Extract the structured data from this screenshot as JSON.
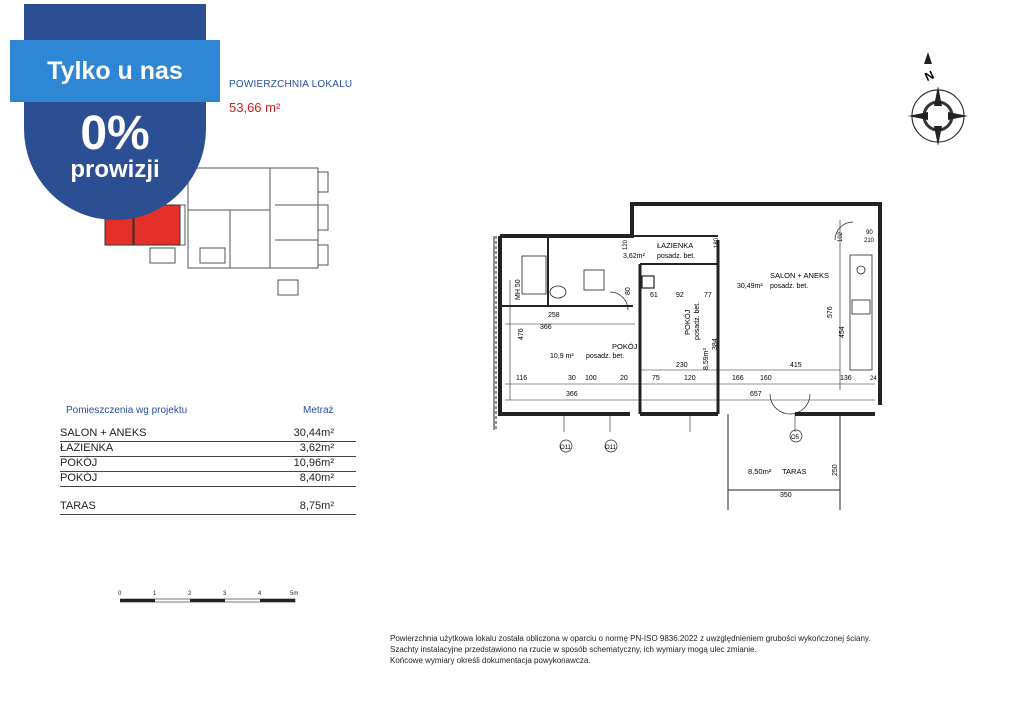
{
  "badge": {
    "title": "Tylko u nas",
    "big": "0%",
    "sub": "prowizji"
  },
  "area": {
    "label": "POWIERZCHNIA LOKALU",
    "value": "53,66 m²"
  },
  "table": {
    "header_left": "Pomieszczenia wg projektu",
    "header_right": "Metraż",
    "rows": [
      {
        "name": "SALON + ANEKS",
        "value": "30,44m²"
      },
      {
        "name": "ŁAZIENKA",
        "value": "3,62m²"
      },
      {
        "name": "POKÓJ",
        "value": "10,96m²"
      },
      {
        "name": "POKÓJ",
        "value": "8,40m²"
      },
      {
        "name": "TARAS",
        "value": "8,75m²"
      }
    ]
  },
  "scale": {
    "labels": [
      "0",
      "1",
      "2",
      "3",
      "4",
      "5m"
    ]
  },
  "plan": {
    "rooms": [
      {
        "name": "ŁAZIENKA",
        "area": "3,62m²",
        "floor": "posadz. bet."
      },
      {
        "name": "SALON + ANEKS",
        "area": "30,49m²",
        "floor": "posadz. bet."
      },
      {
        "name": "POKÓJ",
        "area": "10,9 m²",
        "floor": "posadz. bet."
      },
      {
        "name": "POKÓJ",
        "area": "8,59m²",
        "floor": "posadz. bet."
      },
      {
        "name": "TARAS",
        "area": "8,50m²",
        "floor": ""
      }
    ],
    "dims": [
      "366",
      "258",
      "476",
      "230",
      "415",
      "576",
      "454",
      "657",
      "366",
      "350",
      "250",
      "120",
      "180",
      "102",
      "90",
      "210",
      "75",
      "120",
      "166",
      "160",
      "136",
      "24",
      "61",
      "92",
      "77",
      "384",
      "80",
      "100",
      "30",
      "20",
      "116"
    ],
    "windows": [
      "O11",
      "O11",
      "O5"
    ],
    "shaft": "MH 50"
  },
  "compass": {
    "letter": "N"
  },
  "notes": [
    "Powierzchnia użytkowa lokalu została obliczona w oparciu o normę PN-ISO 9836:2022 z uwzględnieniem grubości wykończonej ściany.",
    "Szachty instalacyjne przedstawiono na rzucie w sposób schematyczny, ich wymiary mogą ulec zmianie.",
    "Końcowe wymiary określi dokumentacja powykonawcza."
  ]
}
